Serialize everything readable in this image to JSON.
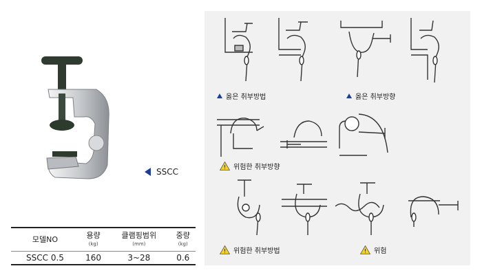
{
  "model": {
    "label": "SSCC"
  },
  "spec_table": {
    "headers": [
      {
        "label": "모델NO",
        "unit": ""
      },
      {
        "label": "용량",
        "unit": "(kg)"
      },
      {
        "label": "클램핑범위",
        "unit": "(mm)"
      },
      {
        "label": "중량",
        "unit": "(kg)"
      }
    ],
    "rows": [
      [
        "SSCC 0.5",
        "160",
        "3~28",
        "0.6"
      ]
    ]
  },
  "diagrams": {
    "captions": {
      "correct_method": "옳은 취부방법",
      "correct_direction": "옳은 취부방향",
      "dangerous_direction": "위험한 취부방향",
      "dangerous_method": "위험한 취부방법",
      "danger": "위험"
    },
    "colors": {
      "marker_blue": "#1d3d9a",
      "warning_yellow": "#f4d21f",
      "panel_bg": "#f1f1f1"
    }
  }
}
